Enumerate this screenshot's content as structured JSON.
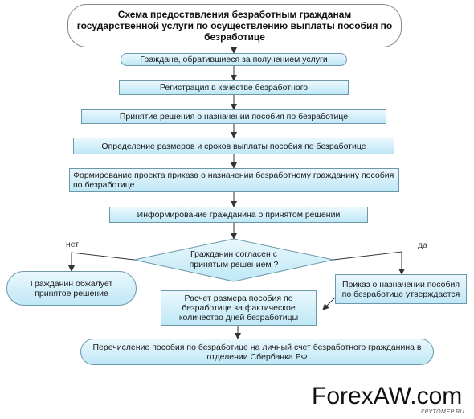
{
  "diagram": {
    "title": "Схема предоставления безработным гражданам государственной услуги по осуществлению выплаты пособия по безработице",
    "steps": [
      "Граждане, обратившиеся за получением услуги",
      "Регистрация в качестве безработного",
      "Принятие решения о назначении пособия по безработице",
      "Определение размеров и сроков выплаты пособия по безработице",
      "Формирование проекта приказа о назначении безработному гражданину пособия по безработице",
      "Информирование гражданина о принятом решении"
    ],
    "decision": "Гражданин согласен с принятым решением ?",
    "no_label": "нет",
    "yes_label": "да",
    "no_outcome": "Гражданин обжалует принятое решение",
    "yes_outcome": "Приказ о назначении пособия по безработице утверждается",
    "calculation": "Расчет размера пособия по безработице за фактическое количество дней безработицы",
    "final": "Перечисление пособия по безработице на личный счет безработного гражданина в отделении Сбербанка РФ"
  },
  "watermark": {
    "main": "ForexAW.com",
    "small": "КРУТОМЕР.RU"
  }
}
